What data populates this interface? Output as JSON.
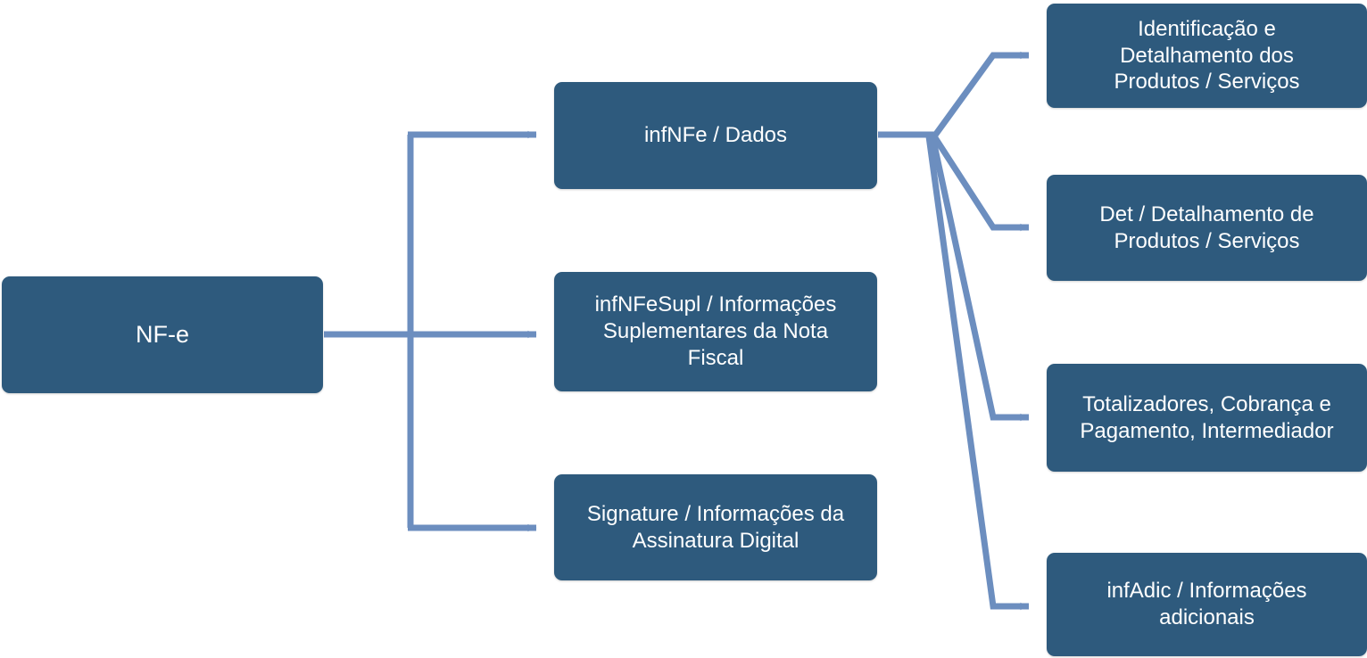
{
  "diagram": {
    "title": "NF-e XML structure tree",
    "type": "tree-flowchart",
    "orientation": "left-to-right",
    "colors": {
      "node_fill": "#2E5A7D",
      "node_text": "#FFFFFF",
      "connector": "#6C8EBF",
      "background": "#FFFFFF"
    },
    "nodes": {
      "root": {
        "id": "nfe",
        "label": "NF-e",
        "level": 1
      },
      "level2": [
        {
          "id": "infnfe",
          "label": "infNFe / Dados",
          "level": 2
        },
        {
          "id": "infnfesupl",
          "label": "infNFeSupl / Informações\nSuplementares da Nota\nFiscal",
          "level": 2
        },
        {
          "id": "signature",
          "label": "Signature / Informações da\nAssinatura Digital",
          "level": 2
        }
      ],
      "level3": [
        {
          "id": "identificacao",
          "label": "Identificação e\nDetalhamento dos\nProdutos / Serviços",
          "level": 3
        },
        {
          "id": "det",
          "label": "Det / Detalhamento de\nProdutos / Serviços",
          "level": 3
        },
        {
          "id": "totalizadores",
          "label": "Totalizadores, Cobrança e\nPagamento, Intermediador",
          "level": 3
        },
        {
          "id": "infadic",
          "label": "infAdic / Informações\nadicionais",
          "level": 3
        }
      ]
    },
    "edges": [
      {
        "from": "nfe",
        "to": "infnfe",
        "style": "orthogonal-arrow"
      },
      {
        "from": "nfe",
        "to": "infnfesupl",
        "style": "orthogonal-arrow"
      },
      {
        "from": "nfe",
        "to": "signature",
        "style": "orthogonal-arrow"
      },
      {
        "from": "infnfe",
        "to": "identificacao",
        "style": "diagonal-arrow"
      },
      {
        "from": "infnfe",
        "to": "det",
        "style": "diagonal-arrow"
      },
      {
        "from": "infnfe",
        "to": "totalizadores",
        "style": "diagonal-arrow"
      },
      {
        "from": "infnfe",
        "to": "infadic",
        "style": "diagonal-arrow"
      }
    ]
  }
}
